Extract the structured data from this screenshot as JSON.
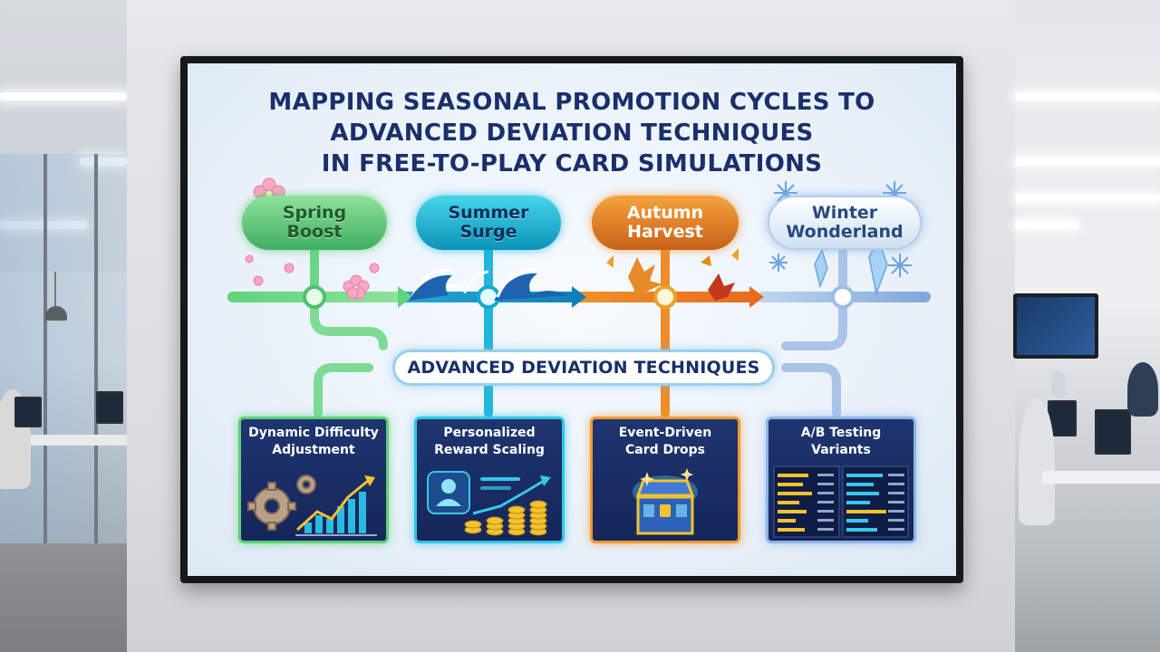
{
  "poster": {
    "title_lines": [
      "MAPPING SEASONAL PROMOTION CYCLES TO",
      "ADVANCED DEVIATION TECHNIQUES",
      "IN FREE-TO-PLAY CARD SIMULATIONS"
    ],
    "seasons": [
      {
        "line1": "Spring",
        "line2": "Boost",
        "color": "#4cc26f"
      },
      {
        "line1": "Summer",
        "line2": "Surge",
        "color": "#14a9cf"
      },
      {
        "line1": "Autumn",
        "line2": "Harvest",
        "color": "#e07a25"
      },
      {
        "line1": "Winter",
        "line2": "Wonderland",
        "color": "#9bbce6"
      }
    ],
    "techniques_banner": "ADVANCED DEVIATION TECHNIQUES",
    "techniques": [
      {
        "line1": "Dynamic Difficulty",
        "line2": "Adjustment"
      },
      {
        "line1": "Personalized",
        "line2": "Reward Scaling"
      },
      {
        "line1": "Event-Driven",
        "line2": "Card Drops"
      },
      {
        "line1": "A/B Testing",
        "line2": "Variants"
      }
    ]
  },
  "icons": [
    "cherry-blossom-icon",
    "wave-icon",
    "maple-leaf-icon",
    "snowflake-icon",
    "ice-crystal-icon",
    "gear-icon",
    "growth-chart-icon",
    "avatar-icon",
    "coin-stack-icon",
    "treasure-chest-icon",
    "comparison-table-icon"
  ]
}
